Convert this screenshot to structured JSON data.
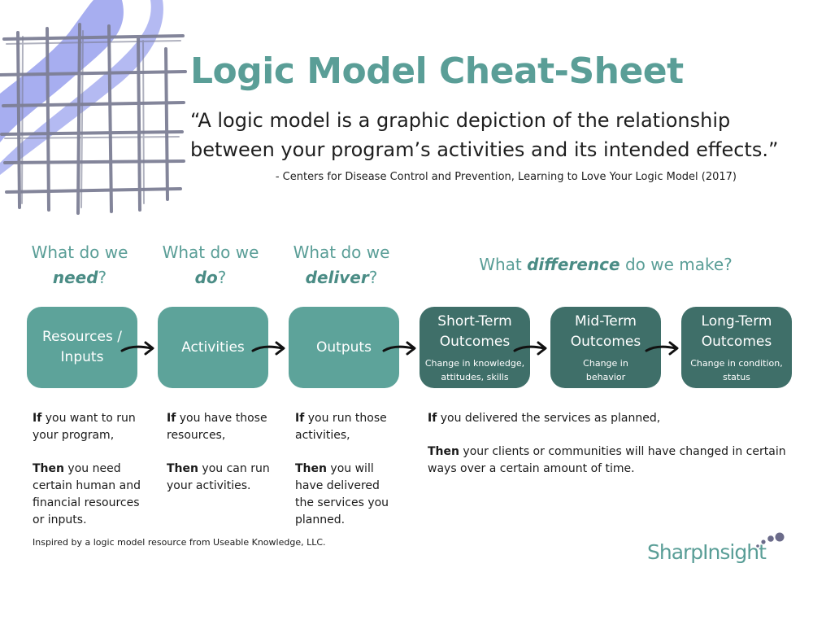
{
  "title": "Logic Model Cheat-Sheet",
  "quote": "“A logic model is a graphic depiction of the relationship between your program’s activities and its intended effects.”",
  "quote_source": "- Centers for Disease Control and Prevention, Learning to Love Your Logic Model (2017)",
  "questions": {
    "need": {
      "line1": "What do we",
      "em": "need",
      "end": "?"
    },
    "do": {
      "line1": "What do we",
      "em": "do",
      "end": "?"
    },
    "deliver": {
      "line1": "What do we",
      "em": "deliver",
      "end": "?"
    },
    "difference": {
      "pre": "What ",
      "em": "difference",
      "post": " do we make?"
    }
  },
  "boxes": {
    "resources": {
      "title": "Resources / Inputs"
    },
    "activities": {
      "title": "Activities"
    },
    "outputs": {
      "title": "Outputs"
    },
    "short_term": {
      "title": "Short-Term Outcomes",
      "sub": "Change in knowledge, attitudes, skills"
    },
    "mid_term": {
      "title": "Mid-Term Outcomes",
      "sub": "Change in behavior"
    },
    "long_term": {
      "title": "Long-Term Outcomes",
      "sub": "Change in condition, status"
    }
  },
  "conditions": {
    "resources": {
      "if_kw": "If",
      "if_text": " you want to run your program,",
      "then_kw": "Then",
      "then_text": " you need certain human and financial resources or inputs."
    },
    "activities": {
      "if_kw": "If",
      "if_text": " you have those resources,",
      "then_kw": "Then",
      "then_text": " you can run your activities."
    },
    "outputs": {
      "if_kw": "If",
      "if_text": " you run those activities,",
      "then_kw": "Then",
      "then_text": " you will have delivered the services you planned."
    },
    "outcomes": {
      "if_kw": "If",
      "if_text": " you delivered the services as planned,",
      "then_kw": "Then",
      "then_text": " your clients or communities will have changed in certain ways over a certain amount of time."
    }
  },
  "footnote": "Inspired by a logic model resource from Useable Knowledge, LLC.",
  "logo": {
    "text": "SharpInsight"
  },
  "colors": {
    "accent": "#5a9e97",
    "box_light": "#5da39a",
    "box_dark": "#3f6f69",
    "corner_blue": "#a7aef0",
    "grid_stroke": "#7d7f95",
    "logo_dot": "#6b6b8a"
  }
}
